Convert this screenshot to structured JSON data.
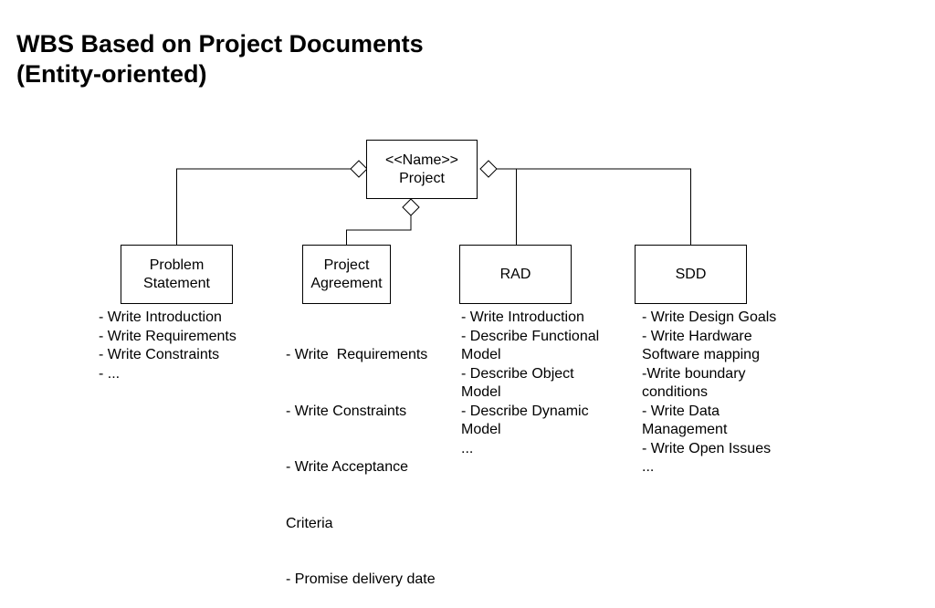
{
  "title": {
    "line1": "WBS Based on Project Documents",
    "line2": "(Entity-oriented)"
  },
  "root": {
    "line1": "<<Name>>",
    "line2": "Project"
  },
  "children": [
    {
      "label_line1": "Problem",
      "label_line2": "Statement",
      "tasks": [
        "- Write Introduction",
        "- Write Requirements",
        "- Write Constraints",
        "- ..."
      ]
    },
    {
      "label_line1": "Project",
      "label_line2": "Agreement",
      "tasks": [
        "- Write  Requirements",
        "- Write Constraints",
        "- Write Acceptance",
        "Criteria",
        "- Promise delivery date"
      ]
    },
    {
      "label_line1": "RAD",
      "label_line2": "",
      "tasks": [
        "- Write Introduction",
        "- Describe Functional",
        "Model",
        "- Describe Object",
        "Model",
        "- Describe Dynamic",
        "Model",
        "..."
      ]
    },
    {
      "label_line1": "SDD",
      "label_line2": "",
      "tasks": [
        "- Write Design Goals",
        "- Write Hardware",
        "Software mapping",
        "-Write boundary",
        "conditions",
        "- Write Data",
        "Management",
        "- Write Open Issues",
        "..."
      ]
    }
  ]
}
